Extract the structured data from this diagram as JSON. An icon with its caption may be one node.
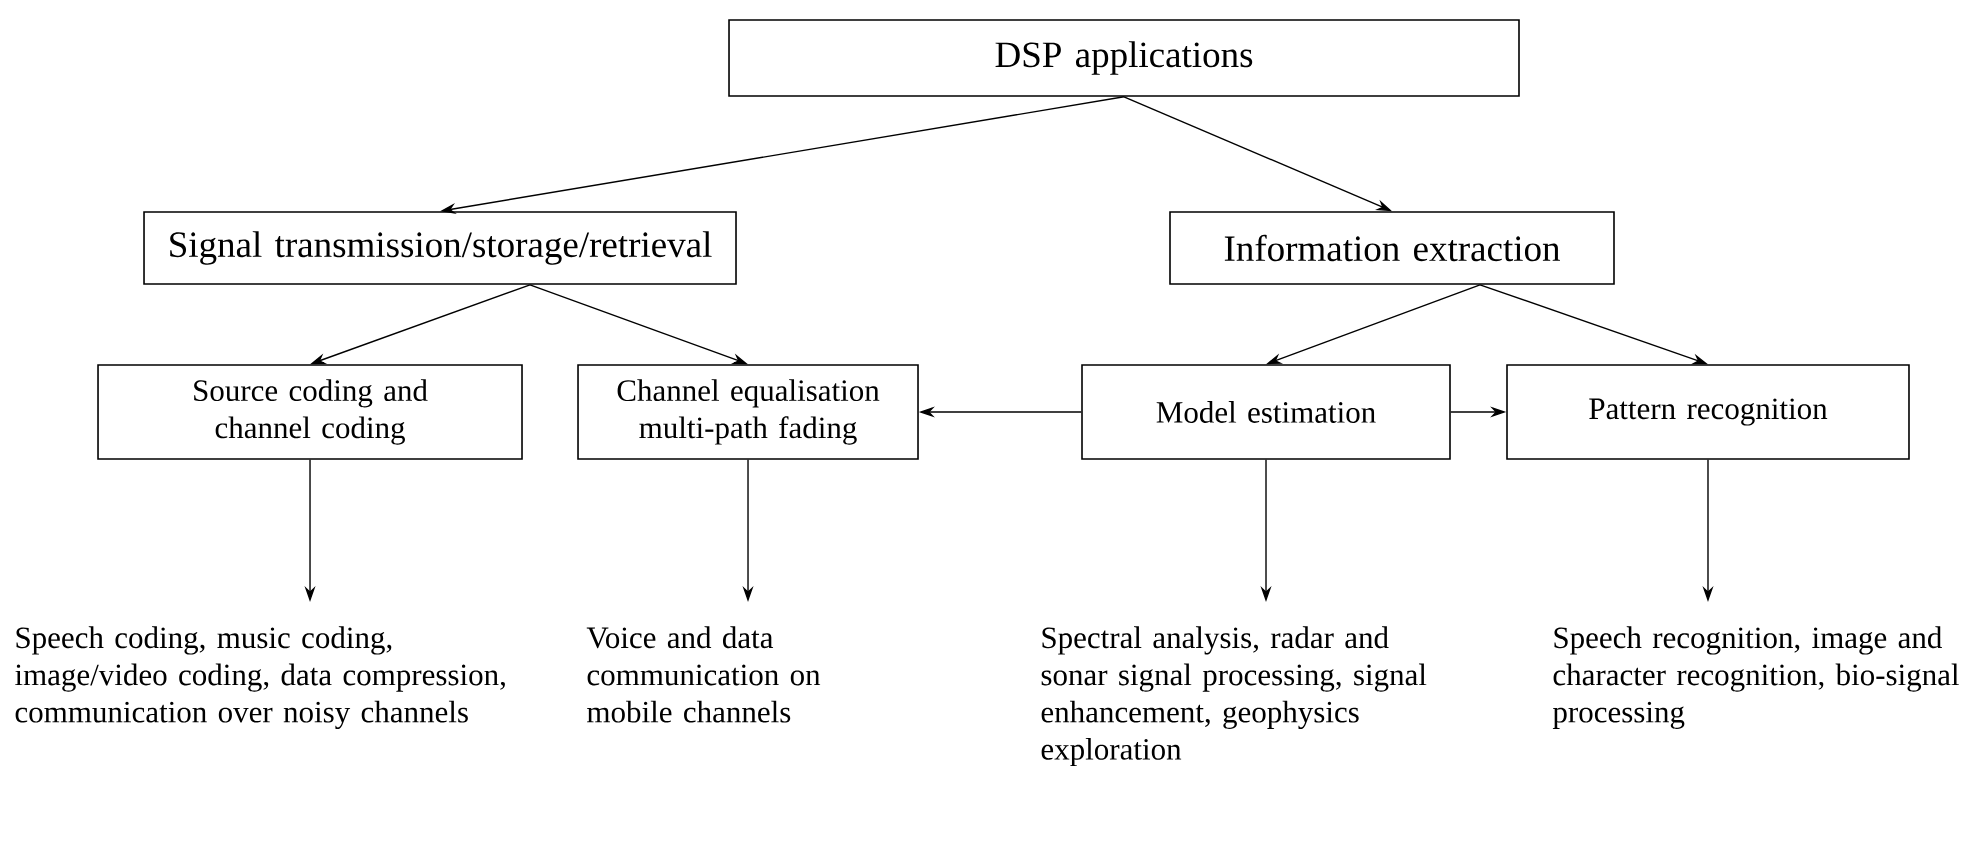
{
  "diagram": {
    "nodes": [
      {
        "text": [
          "DSP applications"
        ]
      },
      {
        "text": [
          "Signal transmission/storage/retrieval"
        ]
      },
      {
        "text": [
          "Information extraction"
        ]
      },
      {
        "text": [
          "Source coding and channel coding"
        ]
      },
      {
        "text": [
          "Channel equalisation multi-path fading"
        ]
      },
      {
        "text": [
          "Model estimation"
        ]
      },
      {
        "text": [
          "Pattern recognition"
        ]
      },
      {
        "text": [
          "Speech coding, music coding, image/video coding, data compression, communication over noisy channels"
        ]
      },
      {
        "text": [
          "Voice and data communication on mobile channels"
        ]
      },
      {
        "text": [
          "Spectral analysis, radar and sonar signal processing, signal enhancement, geophysics exploration"
        ]
      },
      {
        "text": [
          "Speech recognition, image and character recognition, bio-signal processing"
        ]
      }
    ],
    "edges": [
      {
        "from": 0,
        "to": 1,
        "arrow": "to"
      },
      {
        "from": 0,
        "to": 2,
        "arrow": "to"
      },
      {
        "from": 1,
        "to": 3,
        "arrow": "to"
      },
      {
        "from": 1,
        "to": 4,
        "arrow": "to"
      },
      {
        "from": 2,
        "to": 5,
        "arrow": "to"
      },
      {
        "from": 2,
        "to": 6,
        "arrow": "to"
      },
      {
        "from": 5,
        "to": 4,
        "arrow": "to"
      },
      {
        "from": 5,
        "to": 6,
        "arrow": "to"
      },
      {
        "from": 3,
        "to": 7,
        "arrow": "to"
      },
      {
        "from": 4,
        "to": 8,
        "arrow": "to"
      },
      {
        "from": 5,
        "to": 9,
        "arrow": "to"
      },
      {
        "from": 6,
        "to": 10,
        "arrow": "to"
      }
    ]
  }
}
